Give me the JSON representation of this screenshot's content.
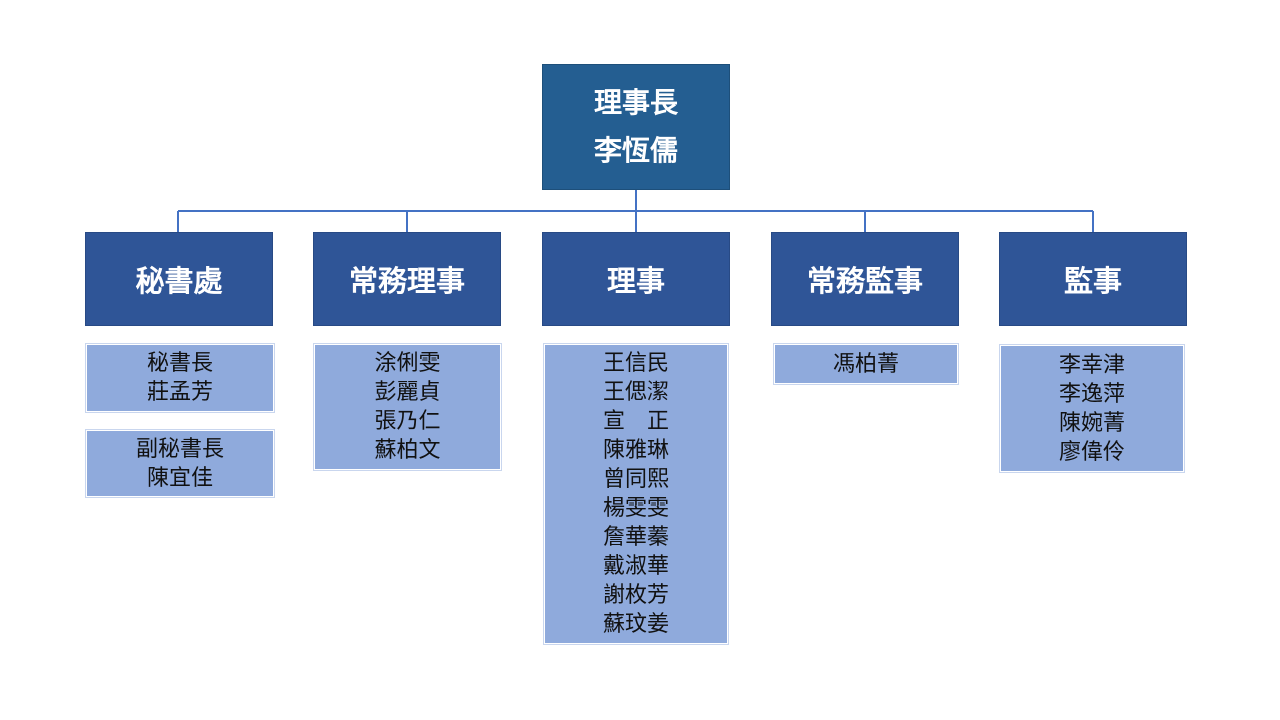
{
  "root": {
    "title": "理事長",
    "name": "李恆儒"
  },
  "departments": [
    {
      "title": "秘書處",
      "groups": [
        [
          "秘書長",
          "莊孟芳"
        ],
        [
          "副秘書長",
          "陳宜佳"
        ]
      ]
    },
    {
      "title": "常務理事",
      "groups": [
        [
          "涂俐雯",
          "彭麗貞",
          "張乃仁",
          "蘇柏文"
        ]
      ]
    },
    {
      "title": "理事",
      "groups": [
        [
          "王信民",
          "王偲潔",
          "宣　正",
          "陳雅琳",
          "曾同熙",
          "楊雯雯",
          "詹華蓁",
          "戴淑華",
          "謝枚芳",
          "蘇玟姜"
        ]
      ]
    },
    {
      "title": "常務監事",
      "groups": [
        [
          "馮柏菁"
        ]
      ]
    },
    {
      "title": "監事",
      "groups": [
        [
          "李幸津",
          "李逸萍",
          "陳婉菁",
          "廖偉伶"
        ]
      ]
    }
  ],
  "colors": {
    "root_fill": "#245e91",
    "head_fill": "#2f5597",
    "member_fill": "#8faadc",
    "connector": "#4472c4"
  }
}
